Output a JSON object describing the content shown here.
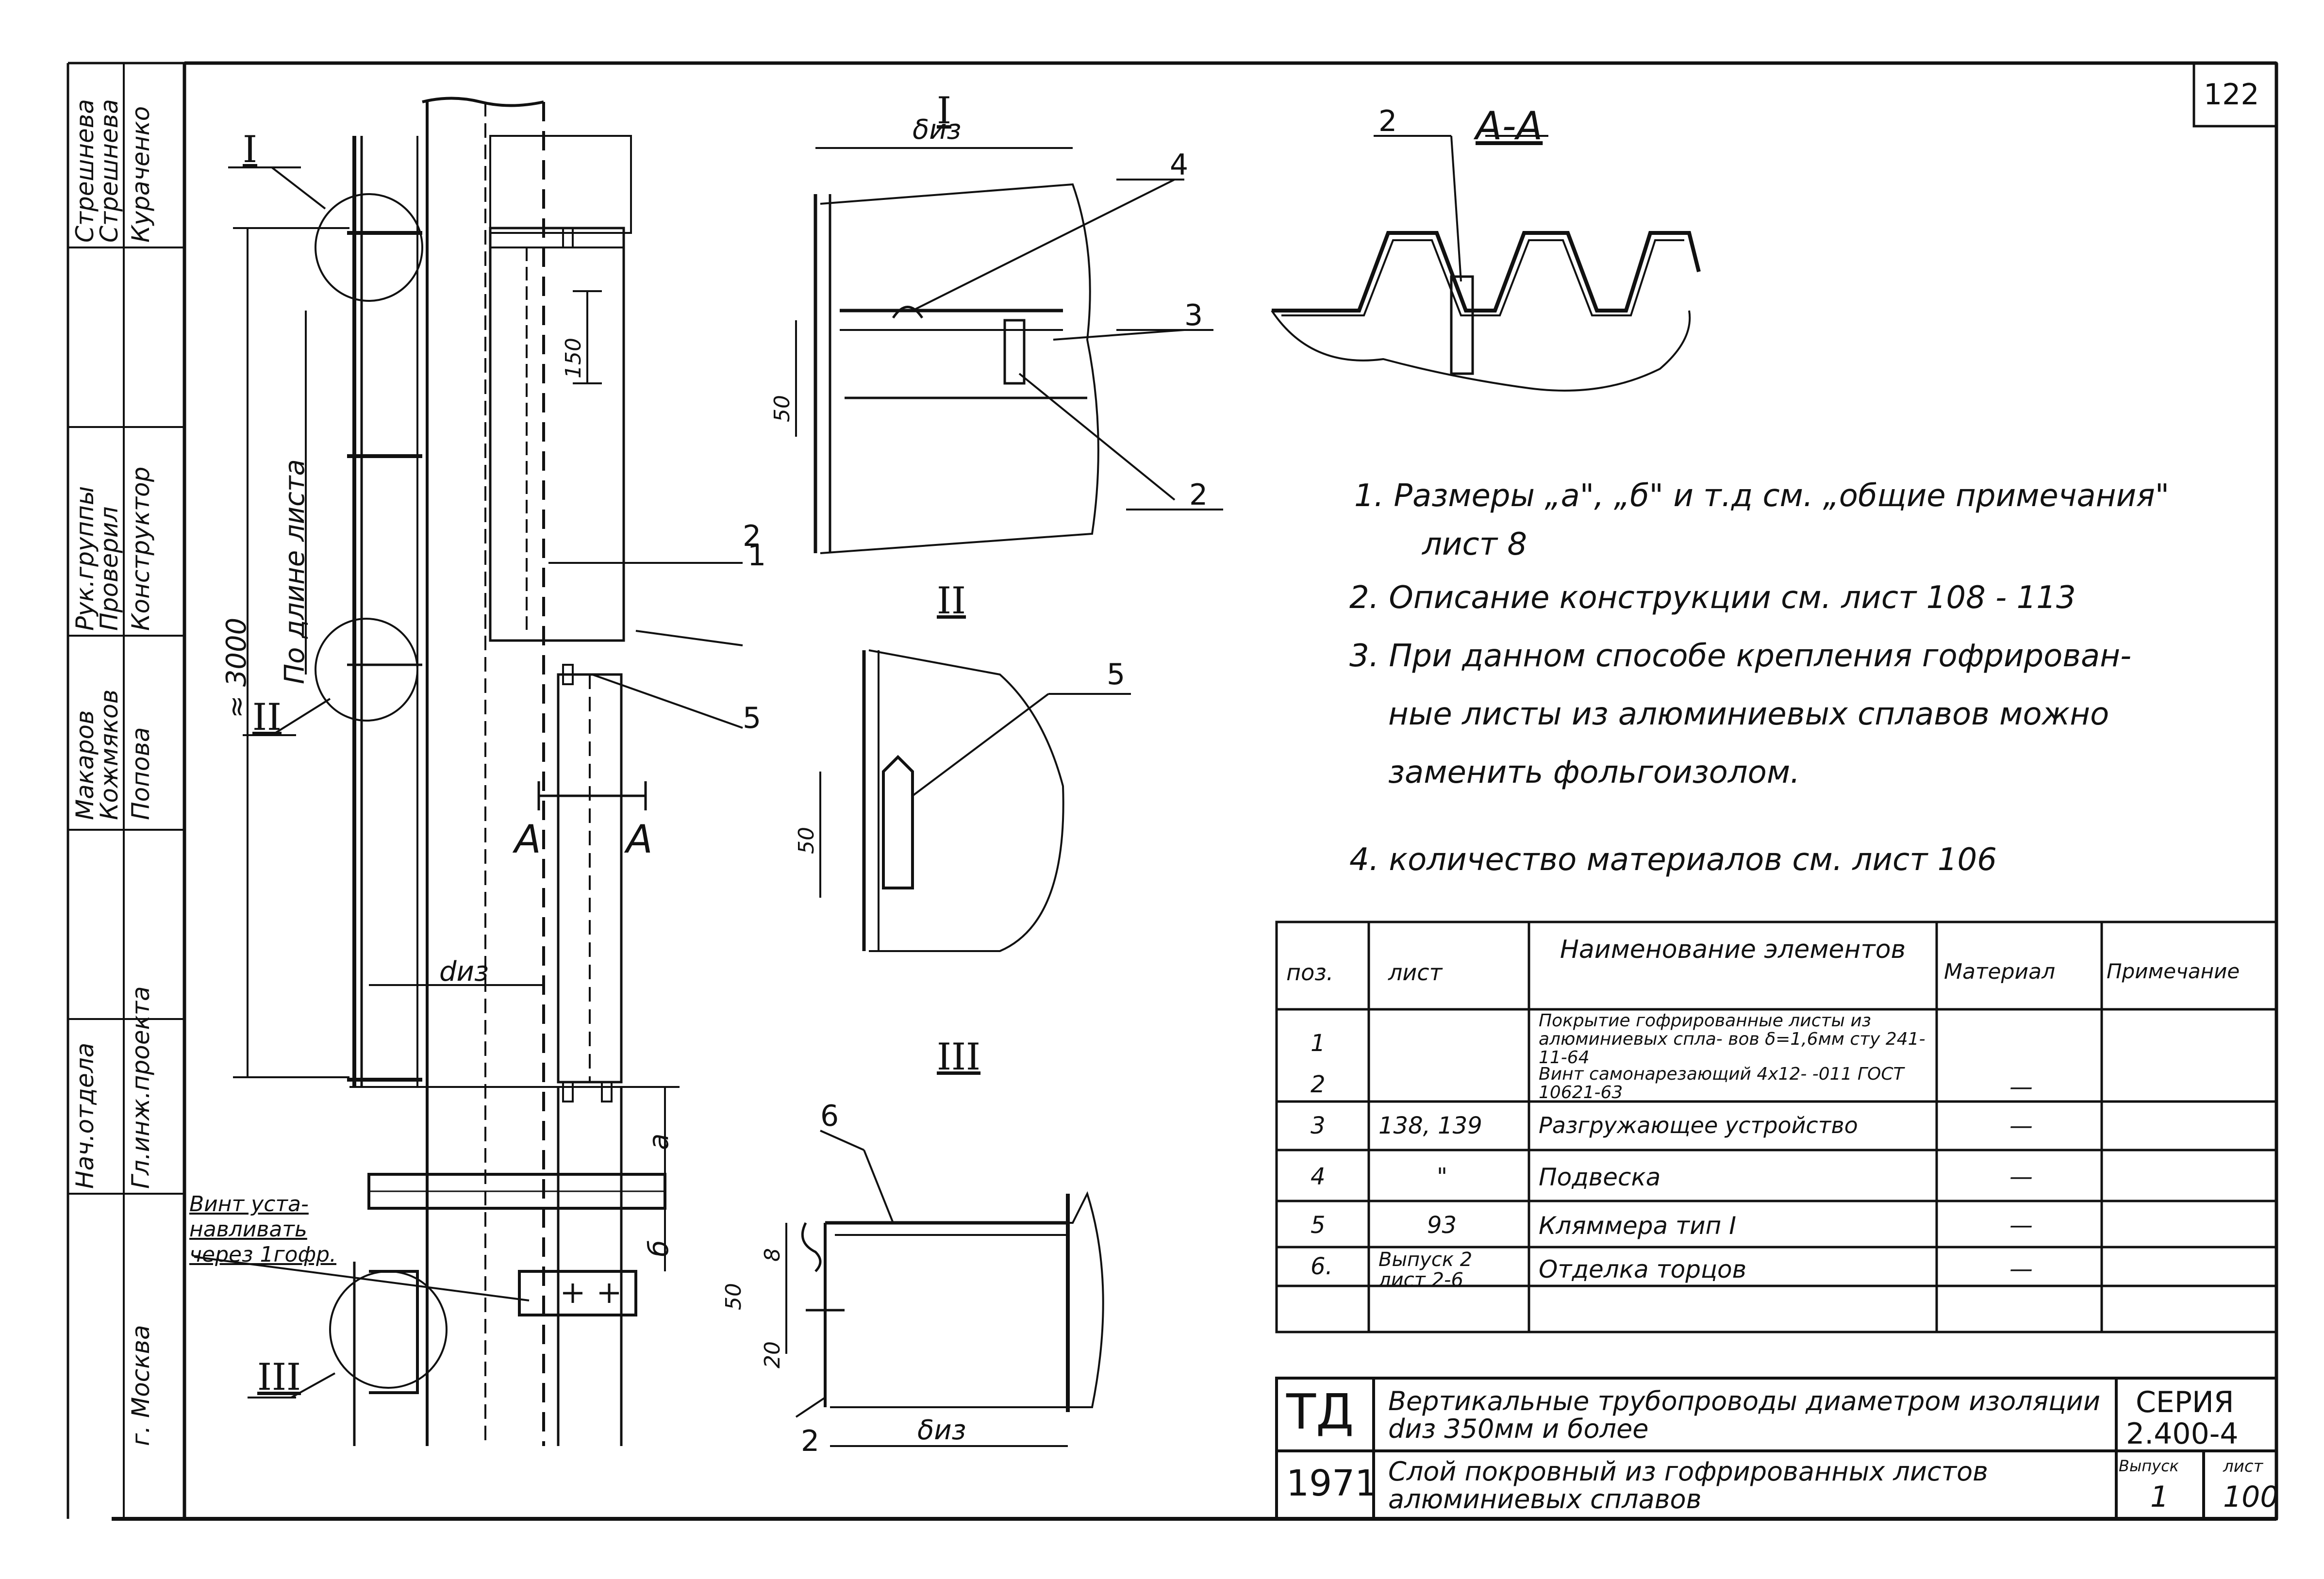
{
  "sheet_number": "122",
  "section_titles": {
    "s1": "I",
    "s2": "II",
    "s3": "III",
    "aa": "А-А"
  },
  "callouts": {
    "c1": "1",
    "c2": "2",
    "c3": "3",
    "c4": "4",
    "c5": "5",
    "c6": "6",
    "c2_aa": "2",
    "c2_d1": "2",
    "c5_d2": "5",
    "c2_d3": "2",
    "c6_d3": "6",
    "i_left": "I",
    "ii_left": "II",
    "iii_left": "III",
    "a_left": "А",
    "a_right": "А"
  },
  "dimensions": {
    "sheet_length": "По длине листа",
    "approx_3000": "≈ 3000",
    "d150": "150",
    "d_iz": "dиз",
    "a": "а",
    "b": "б",
    "d50_1": "50",
    "d50_2": "50",
    "d50_3": "50",
    "d8": "8",
    "d20": "20",
    "b_iz_1": "δиз",
    "b_iz_3": "δиз"
  },
  "screw_note": [
    "Винт уста-",
    "навливать",
    "через 1гофр."
  ],
  "notes": [
    "1. Размеры „а\", „б\" и т.д см. „общие примечания\"",
    "лист 8",
    "2. Описание конструкции см. лист 108 - 113",
    "3. При данном способе крепления гофрирован-",
    "ные листы из алюминиевых сплавов можно",
    "заменить фольгоизолом.",
    "4. количество материалов см. лист 106"
  ],
  "table": {
    "headers": [
      "поз.",
      "лист",
      "Наименование элементов",
      "Материал",
      "Примечание"
    ],
    "rows": [
      {
        "pos": "1",
        "sheet": "",
        "name": "Покрытие гофрированные листы из алюминиевых спла- вов δ=1,6мм сту 241-11-64",
        "material": "",
        "note": ""
      },
      {
        "pos": "2",
        "sheet": "",
        "name": "Винт самонарезающий 4х12- -011 ГОСТ 10621-63",
        "material": "—",
        "note": ""
      },
      {
        "pos": "3",
        "sheet": "138, 139",
        "name": "Разгружающее устройство",
        "material": "—",
        "note": ""
      },
      {
        "pos": "4",
        "sheet": "\"",
        "name": "Подвеска",
        "material": "—",
        "note": ""
      },
      {
        "pos": "5",
        "sheet": "93",
        "name": "Кляммера тип I",
        "material": "—",
        "note": ""
      },
      {
        "pos": "6.",
        "sheet": "Выпуск 2 лист 2-6",
        "name": "Отделка торцов",
        "material": "—",
        "note": ""
      }
    ]
  },
  "title_block": {
    "org": "ТД",
    "year": "1971",
    "title1": "Вертикальные трубопроводы диаметром изоляции dиз 350мм и более",
    "title2": "Слой покровный из гофрированных листов алюминиевых сплавов",
    "series_label": "СЕРИЯ",
    "series": "2.400-4",
    "issue_label": "Выпуск",
    "issue": "1",
    "sheet_label": "лист",
    "sheet": "100"
  },
  "side_stamp": {
    "roles": [
      "Нач.отдела",
      "Гл.инж.проекта",
      "Рук.группы",
      "Проверил",
      "Конструктор"
    ],
    "names": [
      "Макаров",
      "Кожмяков",
      "Попова",
      "Стрешнева",
      "Стрешнева",
      "Кураченко"
    ],
    "city": "г. Москва"
  }
}
